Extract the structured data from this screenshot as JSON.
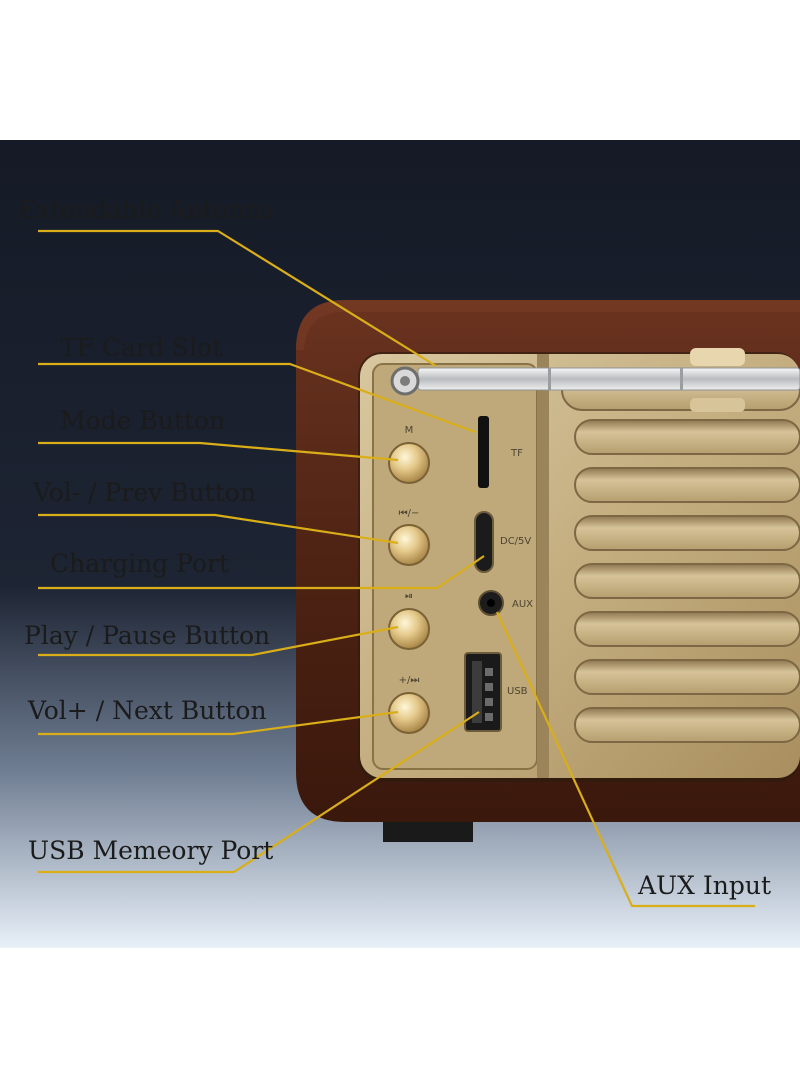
{
  "callouts": [
    {
      "id": "antenna",
      "text": "Extendable Antenna"
    },
    {
      "id": "tf-slot",
      "text": "TF Card Slot"
    },
    {
      "id": "mode",
      "text": "Mode Button"
    },
    {
      "id": "vol-minus",
      "text": "Vol- / Prev Button"
    },
    {
      "id": "charging",
      "text": "Charging Port"
    },
    {
      "id": "play",
      "text": "Play / Pause Button"
    },
    {
      "id": "vol-plus",
      "text": "Vol+ / Next Button"
    },
    {
      "id": "usb",
      "text": "USB Memeory Port"
    },
    {
      "id": "aux",
      "text": "AUX Input"
    }
  ],
  "panel_marks": {
    "mode": "M",
    "prev": "⏮/−",
    "play": "⏯",
    "next": "+/⏭",
    "tf": "TF",
    "dc": "DC/5V",
    "aux": "AUX",
    "usb": "USB"
  },
  "colors": {
    "leader": "#d9ae18",
    "wood": "#5b2a17",
    "gold": "#c9b58a",
    "backdrop": "#141a27"
  }
}
